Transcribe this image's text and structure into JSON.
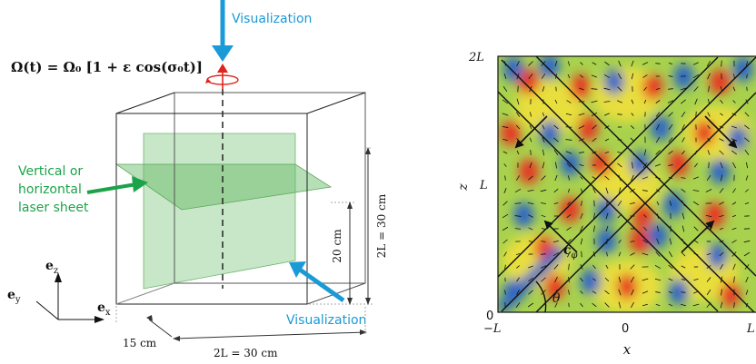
{
  "left_panel": {
    "rotation_formula": "Ω(t) = Ω₀ [1 + ε cos(σ₀t)]",
    "top_arrow_label": "Visualization",
    "laser_label": [
      "Vertical or",
      "horizontal",
      "laser sheet"
    ],
    "side_arrow_label": "Visualization",
    "dim_height_total": "2L = 30 cm",
    "dim_height_sheet": "20 cm",
    "dim_depth": "15 cm",
    "dim_width": "2L = 30 cm",
    "axis_ez": "e",
    "axis_ez_sub": "z",
    "axis_ey": "e",
    "axis_ey_sub": "y",
    "axis_ex": "e",
    "axis_ex_sub": "x"
  },
  "right_panel": {
    "y_ticks": [
      "2L",
      "L",
      "0"
    ],
    "x_ticks": [
      "−L",
      "0",
      "L"
    ],
    "xlabel": "x",
    "ylabel": "z",
    "vector_label": "c",
    "vector_label_sub": "φ",
    "angle_label": "θ"
  },
  "colors": {
    "visualization_arrow": "#1a9ad6",
    "laser_arrow": "#1ca34a",
    "rotation": "#e0241b",
    "sheet_fill": "#9bd29b",
    "field_mid": "#9cd14a",
    "field_pos": "#e83224",
    "field_neg": "#2a64c8",
    "field_yellow": "#f3e13b"
  }
}
